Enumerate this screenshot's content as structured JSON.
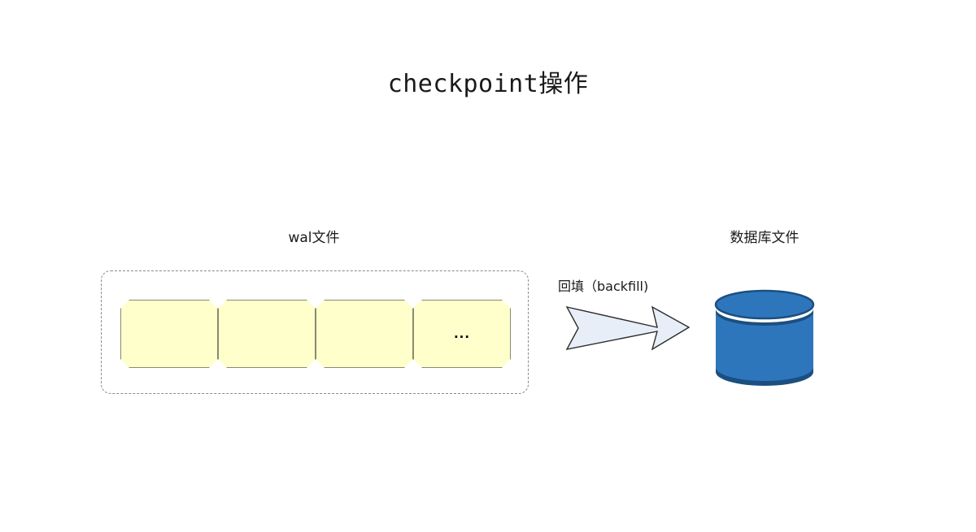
{
  "diagram": {
    "title": "checkpoint操作",
    "wal": {
      "label": "wal文件",
      "frames": [
        {
          "text": ""
        },
        {
          "text": ""
        },
        {
          "text": ""
        },
        {
          "text": "..."
        }
      ]
    },
    "arrow": {
      "label": "回填（backfill)",
      "name": "backfill-arrow"
    },
    "database": {
      "label": "数据库文件",
      "icon": "database-cylinder-icon"
    },
    "colors": {
      "frame_fill": "#ffffcc",
      "frame_stroke": "#8a8a6e",
      "container_stroke": "#8a8a8a",
      "arrow_fill": "#e8eef8",
      "arrow_stroke": "#2b2b2b",
      "cylinder_body": "#2e76bc",
      "cylinder_dark": "#1b4f80",
      "background": "#ffffff",
      "text": "#1a1a1a"
    }
  }
}
